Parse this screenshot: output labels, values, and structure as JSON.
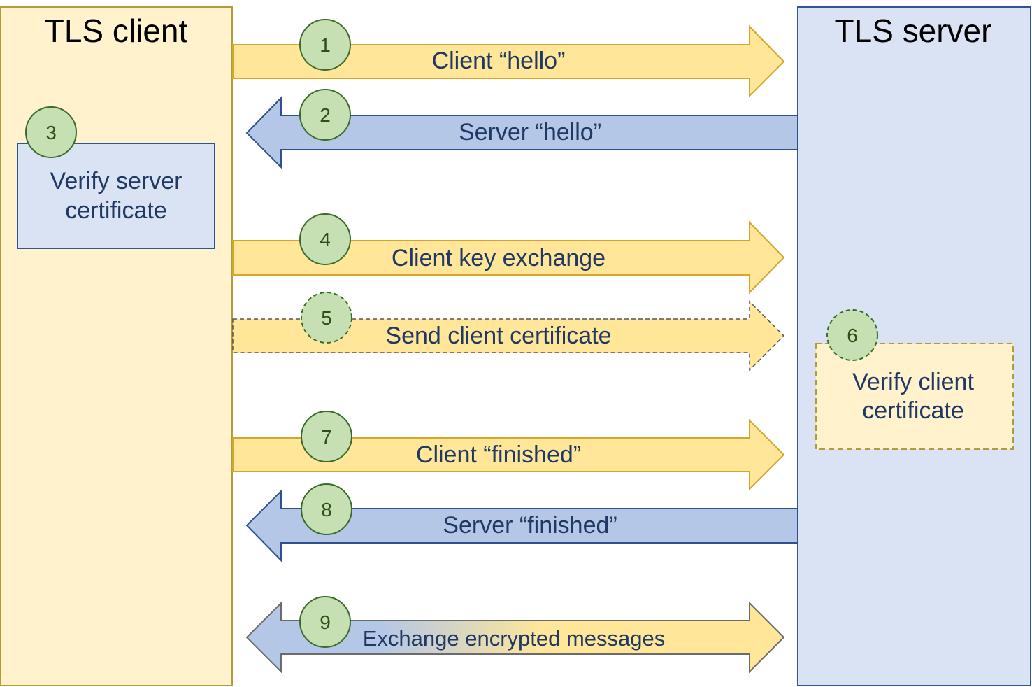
{
  "client_panel": {
    "title": "TLS client"
  },
  "server_panel": {
    "title": "TLS server"
  },
  "client_box": {
    "step": "3",
    "line1": "Verify server",
    "line2": "certificate"
  },
  "server_box": {
    "step": "6",
    "line1": "Verify client",
    "line2": "certificate",
    "optional": true
  },
  "steps": [
    {
      "step": "1",
      "label": "Client “hello”",
      "direction": "to-server",
      "optional": false
    },
    {
      "step": "2",
      "label": "Server “hello”",
      "direction": "to-client",
      "optional": false
    },
    {
      "step": "4",
      "label": "Client key exchange",
      "direction": "to-server",
      "optional": false
    },
    {
      "step": "5",
      "label": "Send client certificate",
      "direction": "to-server",
      "optional": true
    },
    {
      "step": "7",
      "label": "Client “finished”",
      "direction": "to-server",
      "optional": false
    },
    {
      "step": "8",
      "label": "Server “finished”",
      "direction": "to-client",
      "optional": false
    },
    {
      "step": "9",
      "label": "Exchange encrypted messages",
      "direction": "both",
      "optional": false
    }
  ],
  "colors": {
    "client_fill": "#fff2cc",
    "client_stroke": "#b59b37",
    "server_fill": "#dae3f3",
    "server_stroke": "#2f5597",
    "arrow_yellow_fill": "#ffe699",
    "arrow_yellow_stroke": "#d4a72c",
    "arrow_blue_fill": "#b4c7e7",
    "arrow_blue_stroke": "#2f4f8f",
    "badge_fill": "#c6e0b4",
    "badge_stroke": "#3a6b2a",
    "text": "#1f3864"
  }
}
